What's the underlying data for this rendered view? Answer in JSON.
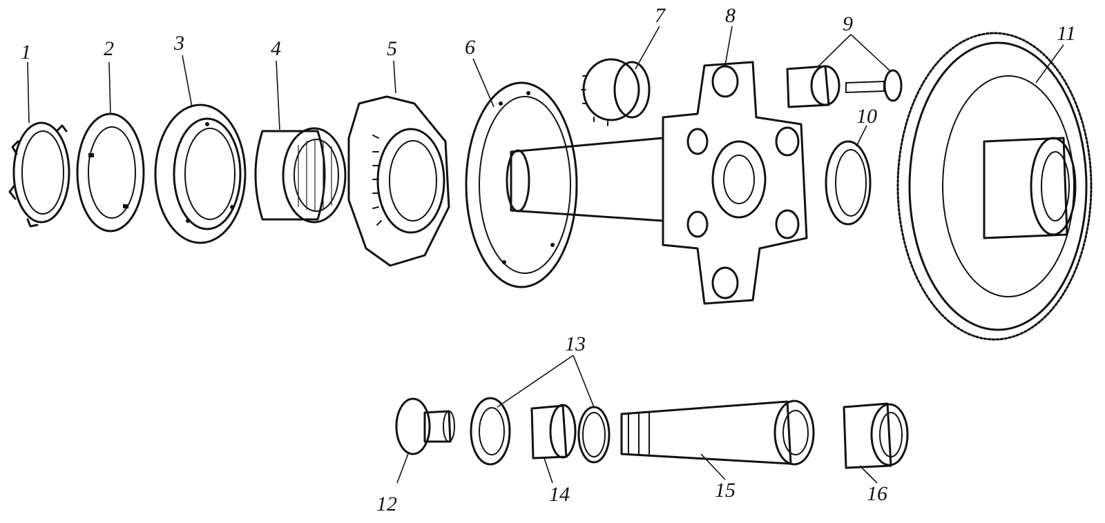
{
  "labels": {
    "p1": "1",
    "p2": "2",
    "p3": "3",
    "p4": "4",
    "p5": "5",
    "p6": "6",
    "p7": "7",
    "p8": "8",
    "p9": "9",
    "p10": "10",
    "p11": "11",
    "p12": "12",
    "p13": "13",
    "p14": "14",
    "p15": "15",
    "p16": "16"
  }
}
